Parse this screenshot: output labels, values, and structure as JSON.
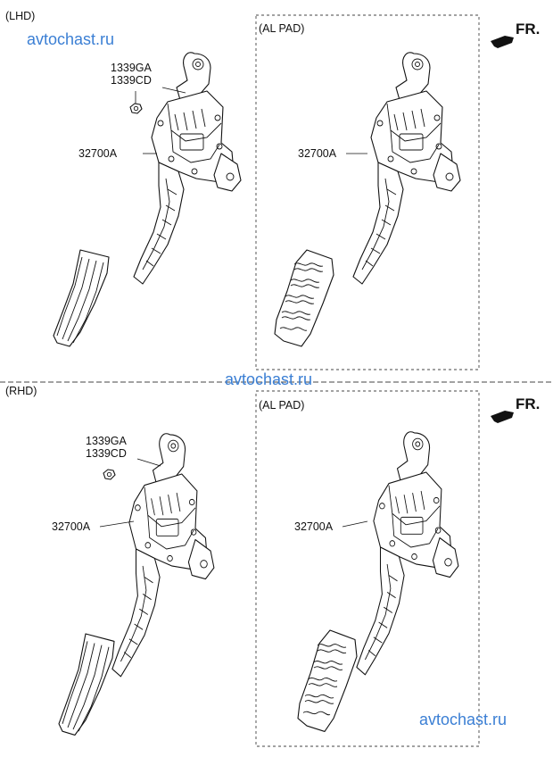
{
  "sections": {
    "lhd": {
      "label": "(LHD)",
      "alt_label": "(AL PAD)"
    },
    "rhd": {
      "label": "(RHD)",
      "alt_label": "(AL PAD)"
    }
  },
  "part_numbers": {
    "bolt_a": "1339GA",
    "bolt_b": "1339CD",
    "pedal": "32700A"
  },
  "direction": "FR.",
  "watermark": "avtochast.ru",
  "colors": {
    "watermark": "#3b7fd4",
    "line": "#111111"
  }
}
